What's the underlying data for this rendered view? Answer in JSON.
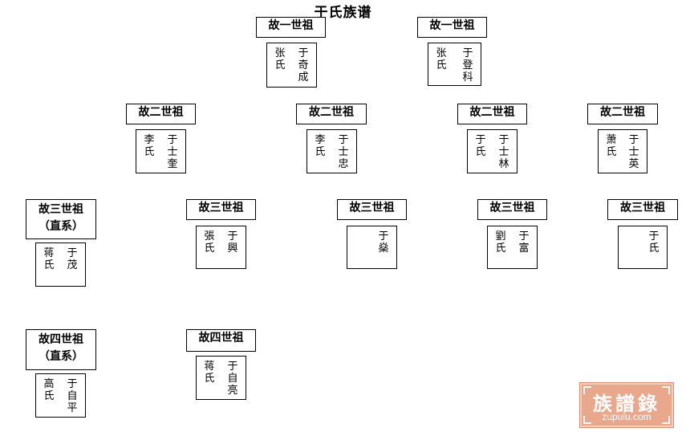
{
  "title": "于氏族谱",
  "gen1": [
    {
      "label": "故一世祖",
      "wife": "张\n氏",
      "husband": "于\n奇\n成"
    },
    {
      "label": "故一世祖",
      "wife": "张\n氏",
      "husband": "于\n登\n科"
    }
  ],
  "gen2": [
    {
      "label": "故二世祖",
      "wife": "李\n氏",
      "husband": "于\n士\n奎"
    },
    {
      "label": "故二世祖",
      "wife": "李\n氏",
      "husband": "于\n士\n忠"
    },
    {
      "label": "故二世祖",
      "wife": "于\n氏",
      "husband": "于\n士\n林"
    },
    {
      "label": "故二世祖",
      "wife": "萧\n氏",
      "husband": "于\n士\n英"
    }
  ],
  "gen3": [
    {
      "label": "故三世祖",
      "sub": "（直系）",
      "wife": "蒋\n氏",
      "husband": "于\n茂"
    },
    {
      "label": "故三世祖",
      "wife": "張\n氏",
      "husband": "于\n興"
    },
    {
      "label": "故三世祖",
      "wife": "",
      "husband": "于\n燊"
    },
    {
      "label": "故三世祖",
      "wife": "劉\n氏",
      "husband": "于\n富"
    },
    {
      "label": "故三世祖",
      "wife": "",
      "husband": "于\n氏"
    }
  ],
  "gen4": [
    {
      "label": "故四世祖",
      "sub": "（直系）",
      "wife": "高\n氏",
      "husband": "于\n自\n平"
    },
    {
      "label": "故四世祖",
      "wife": "蒋\n氏",
      "husband": "于\n自\n亮"
    }
  ],
  "logo": {
    "text": "族譜錄",
    "url": "zupulu.com"
  },
  "colors": {
    "logo_bg": "#e9a78c",
    "line": "#000000"
  }
}
